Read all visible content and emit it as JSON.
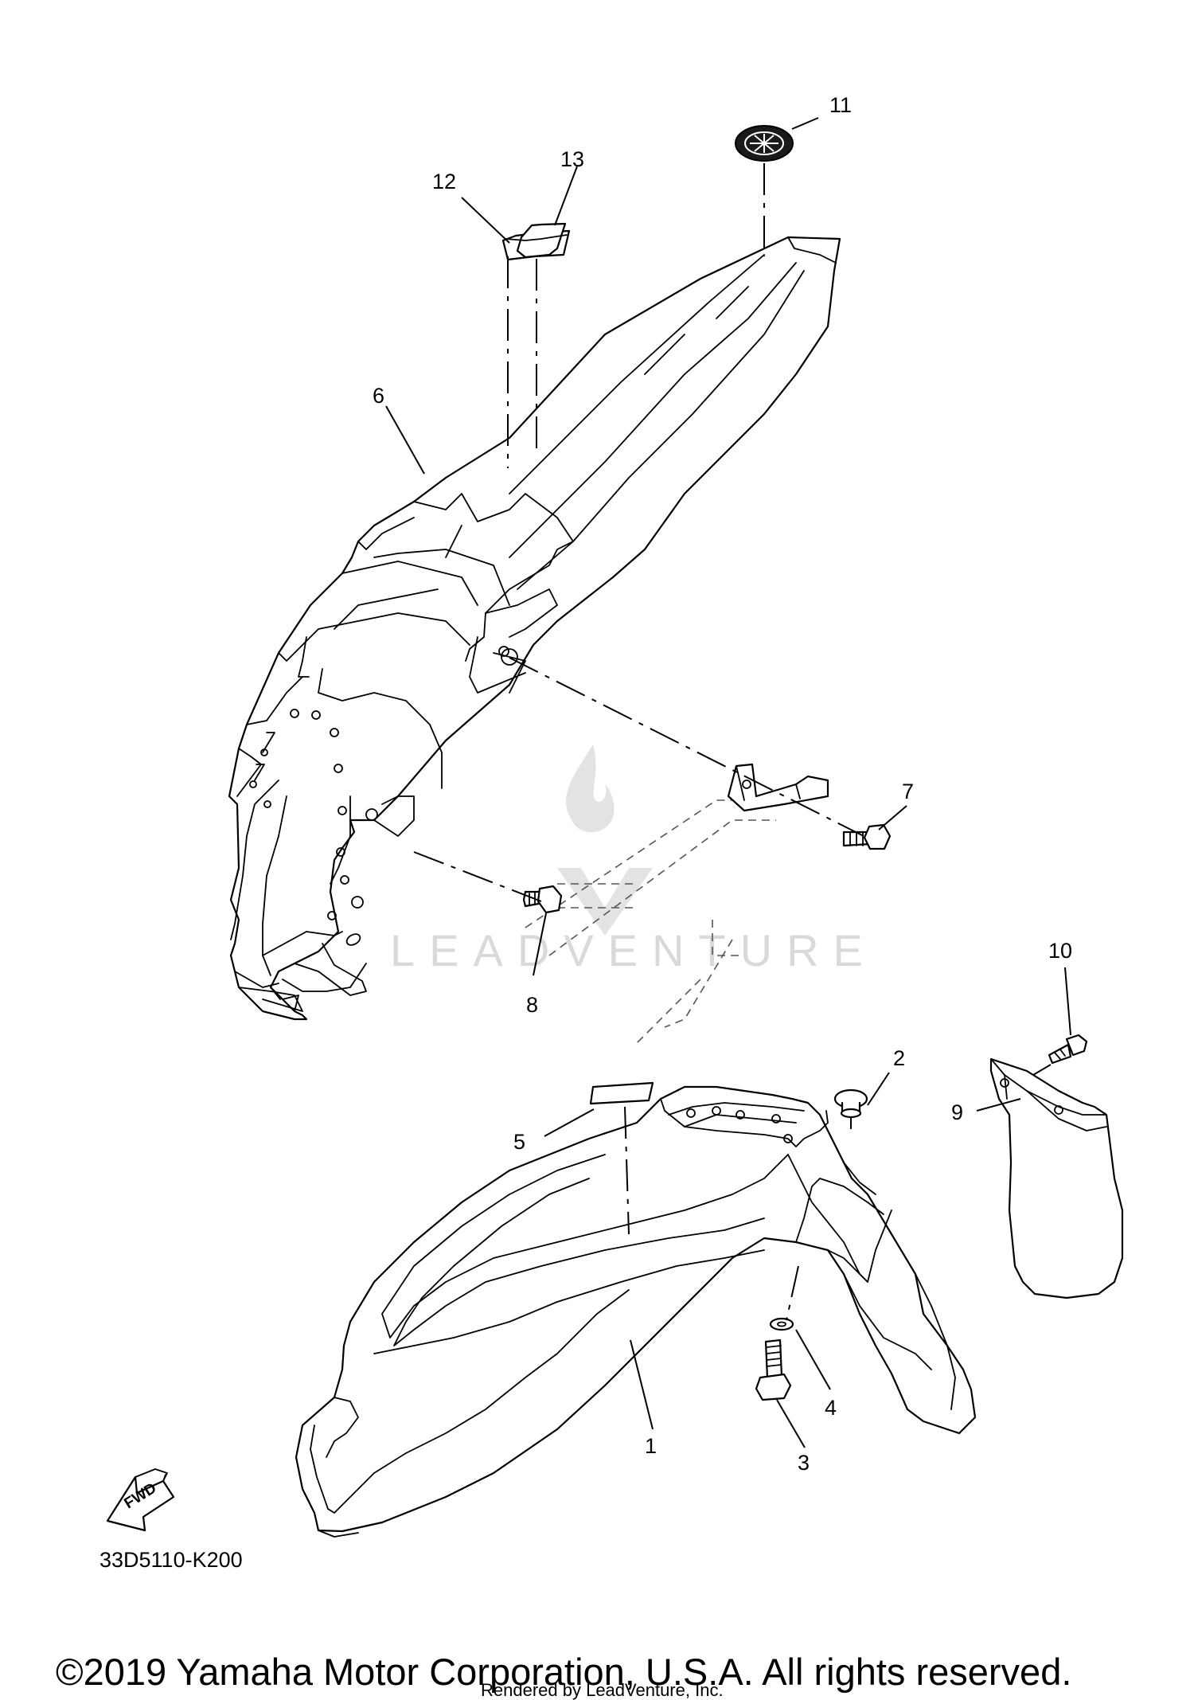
{
  "diagram": {
    "part_numbers": [
      "1",
      "2",
      "3",
      "4",
      "5",
      "6",
      "7",
      "8",
      "9",
      "10",
      "11",
      "12",
      "13"
    ],
    "diagram_code": "33D5110-K200",
    "fwd_label": "FWD",
    "watermark": "LEADVENTURE",
    "copyright": "©2019 Yamaha Motor Corporation, U.S.A. All rights reserved.",
    "rendered_by": "Rendered by LeadVenture, Inc."
  }
}
